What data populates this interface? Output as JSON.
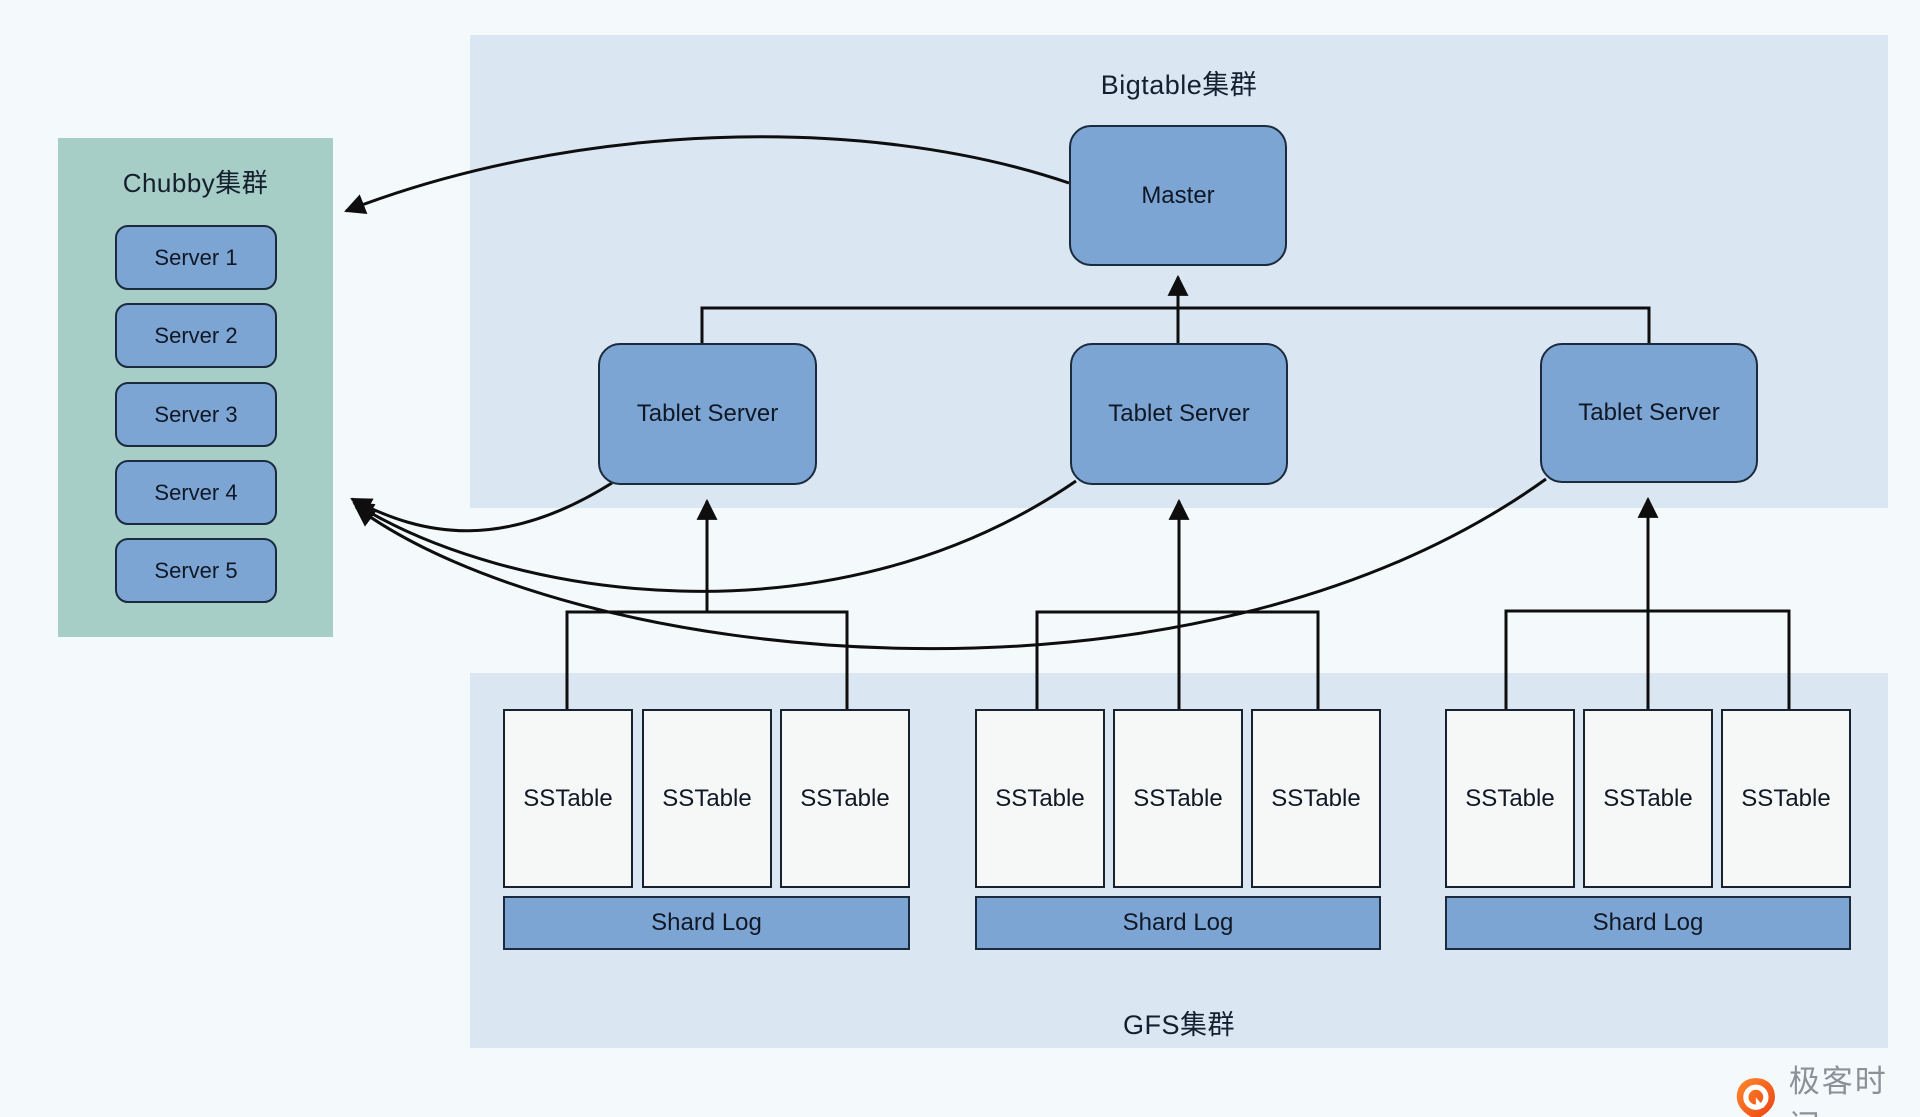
{
  "chubby": {
    "title": "Chubby集群",
    "servers": [
      "Server 1",
      "Server 2",
      "Server 3",
      "Server 4",
      "Server 5"
    ]
  },
  "bigtable": {
    "title": "Bigtable集群",
    "master_label": "Master",
    "tablet_servers": [
      "Tablet Server",
      "Tablet Server",
      "Tablet Server"
    ]
  },
  "gfs": {
    "title": "GFS集群",
    "groups": [
      {
        "sstables": [
          "SSTable",
          "SSTable",
          "SSTable"
        ],
        "shard_log": "Shard Log"
      },
      {
        "sstables": [
          "SSTable",
          "SSTable",
          "SSTable"
        ],
        "shard_log": "Shard Log"
      },
      {
        "sstables": [
          "SSTable",
          "SSTable",
          "SSTable"
        ],
        "shard_log": "Shard Log"
      }
    ]
  },
  "branding": {
    "logo_text": "极客时间"
  },
  "colors": {
    "page_bg": "#f4fafb",
    "panel_blue": "#dae6f2",
    "chubby_teal": "#a7cdc7",
    "node_blue": "#7da5d3",
    "node_border": "#1b2a3d",
    "sstable_fill": "#f6f8f7",
    "line_black": "#0e0e0e",
    "text_dark": "#15202e",
    "logo_orange": "#f25c1e",
    "logo_text_gray": "#8b9099"
  }
}
